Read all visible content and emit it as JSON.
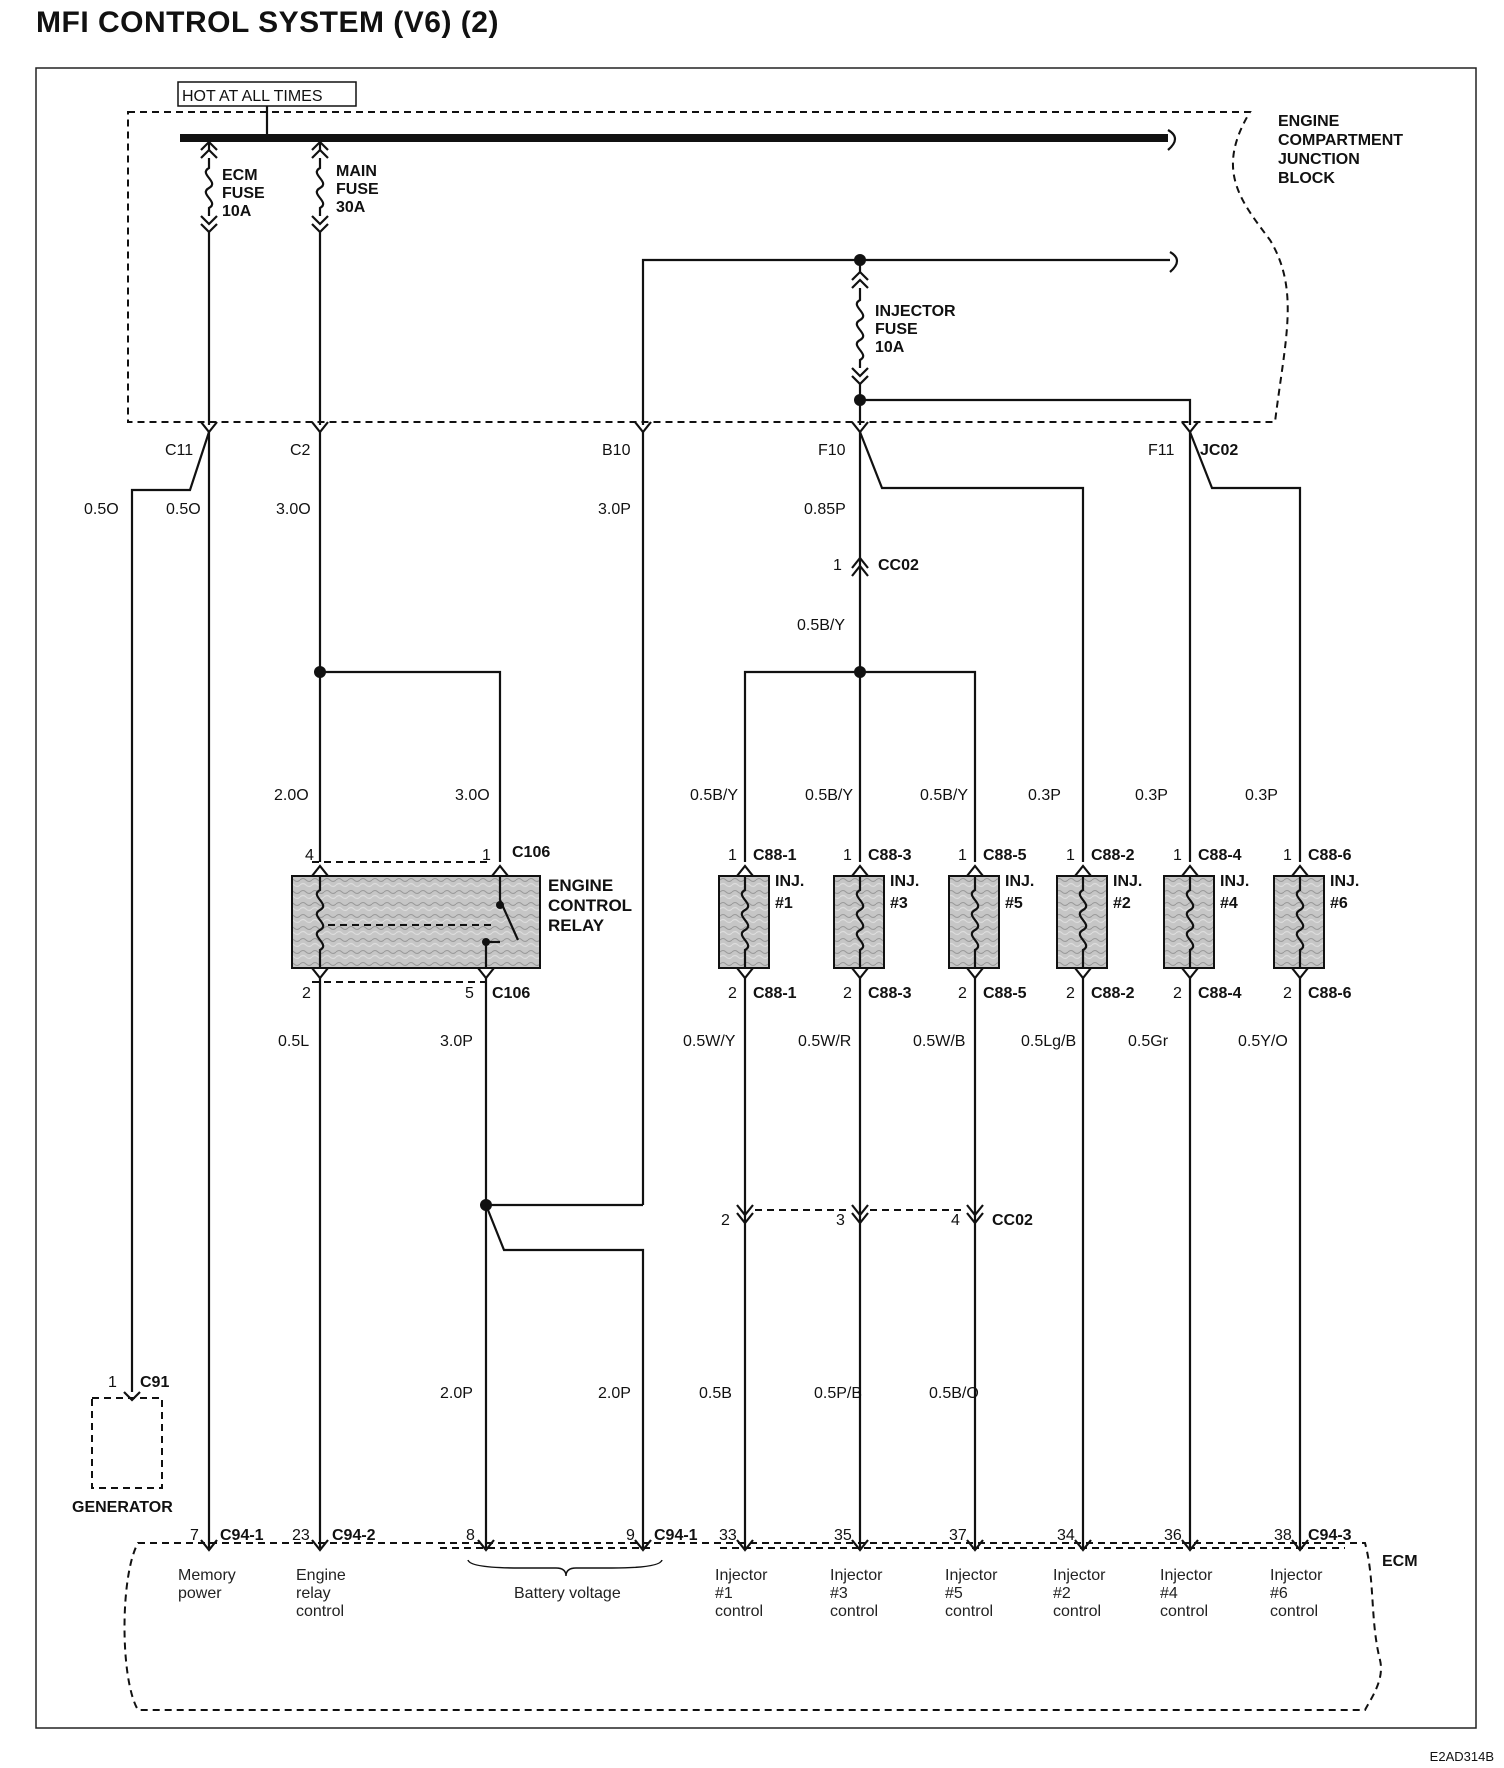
{
  "title": "MFI CONTROL SYSTEM (V6) (2)",
  "ref_code": "E2AD314B",
  "junction_block": {
    "hot_label": "HOT AT ALL TIMES",
    "name": [
      "ENGINE",
      "COMPARTMENT",
      "JUNCTION",
      "BLOCK"
    ],
    "ecm_fuse": [
      "ECM",
      "FUSE",
      "10A"
    ],
    "main_fuse": [
      "MAIN",
      "FUSE",
      "30A"
    ],
    "injector_fuse": [
      "INJECTOR",
      "FUSE",
      "10A"
    ],
    "terminals": [
      "C11",
      "C2",
      "B10",
      "F10",
      "F11",
      "JC02"
    ]
  },
  "wires": {
    "gen_wire": "0.5O",
    "memory_wire": "0.5O",
    "main_wire": "3.0O",
    "b10_wire": "3.0P",
    "f10_wire": "0.85P",
    "cc02_pin": "1",
    "cc02_name": "CC02",
    "bus_wire": "0.5B/Y",
    "relay_in_4": "2.0O",
    "relay_in_1": "3.0O",
    "relay_out_2": "0.5L",
    "relay_out_5": "3.0P",
    "batt_8": "2.0P",
    "batt_9": "2.0P"
  },
  "relay": {
    "name": [
      "ENGINE",
      "CONTROL",
      "RELAY"
    ],
    "connector": "C106",
    "pin_top_left": "4",
    "pin_top_right": "1",
    "pin_bottom_left": "2",
    "pin_bottom_right": "5"
  },
  "injectors": [
    {
      "top_wire": "0.5B/Y",
      "connector": "C88-1",
      "label": [
        "INJ.",
        "#1"
      ],
      "bottom_wire": "0.5W/Y",
      "cc02_pin": "2",
      "ecm_wire": "0.5B",
      "ecm_pin": "33",
      "ecm_label": [
        "Injector",
        "#1",
        "control"
      ]
    },
    {
      "top_wire": "0.5B/Y",
      "connector": "C88-3",
      "label": [
        "INJ.",
        "#3"
      ],
      "bottom_wire": "0.5W/R",
      "cc02_pin": "3",
      "ecm_wire": "0.5P/B",
      "ecm_pin": "35",
      "ecm_label": [
        "Injector",
        "#3",
        "control"
      ]
    },
    {
      "top_wire": "0.5B/Y",
      "connector": "C88-5",
      "label": [
        "INJ.",
        "#5"
      ],
      "bottom_wire": "0.5W/B",
      "cc02_pin": "4",
      "ecm_wire": "0.5B/O",
      "ecm_pin": "37",
      "ecm_label": [
        "Injector",
        "#5",
        "control"
      ]
    },
    {
      "top_wire": "0.3P",
      "connector": "C88-2",
      "label": [
        "INJ.",
        "#2"
      ],
      "bottom_wire": "0.5Lg/B",
      "cc02_pin": "",
      "ecm_wire": "",
      "ecm_pin": "34",
      "ecm_label": [
        "Injector",
        "#2",
        "control"
      ]
    },
    {
      "top_wire": "0.3P",
      "connector": "C88-4",
      "label": [
        "INJ.",
        "#4"
      ],
      "bottom_wire": "0.5Gr",
      "cc02_pin": "",
      "ecm_wire": "",
      "ecm_pin": "36",
      "ecm_label": [
        "Injector",
        "#4",
        "control"
      ]
    },
    {
      "top_wire": "0.3P",
      "connector": "C88-6",
      "label": [
        "INJ.",
        "#6"
      ],
      "bottom_wire": "0.5Y/O",
      "cc02_pin": "",
      "ecm_wire": "",
      "ecm_pin": "38",
      "ecm_label": [
        "Injector",
        "#6",
        "control"
      ]
    }
  ],
  "injector_pin_top": "1",
  "injector_pin_bottom": "2",
  "cc02_lower_name": "CC02",
  "generator": {
    "pin": "1",
    "connector": "C91",
    "name": "GENERATOR"
  },
  "ecm": {
    "name": "ECM",
    "pin_memory": "7",
    "conn_memory": "C94-1",
    "pin_relay": "23",
    "conn_relay": "C94-2",
    "pin_batt_a": "8",
    "pin_batt_b": "9",
    "conn_batt": "C94-1",
    "conn_injectors_last": "C94-3",
    "memory_label": [
      "Memory",
      "power"
    ],
    "relay_label": [
      "Engine",
      "relay",
      "control"
    ],
    "battery_label": "Battery voltage"
  }
}
